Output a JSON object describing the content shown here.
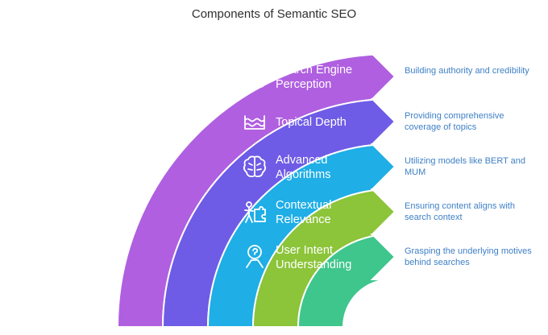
{
  "title": "Components of Semantic SEO",
  "items": [
    {
      "label_lines": [
        "Search Engine",
        "Perception"
      ],
      "description": "Building authority and credibility",
      "icon": "thumbs-up-icon",
      "color": "#b05fe0"
    },
    {
      "label_lines": [
        "Topical Depth"
      ],
      "description": "Providing comprehensive coverage of topics",
      "icon": "water-waves-icon",
      "color": "#6e5ce6"
    },
    {
      "label_lines": [
        "Advanced",
        "Algorithms"
      ],
      "description": "Utilizing models like BERT and MUM",
      "icon": "brain-icon",
      "color": "#1faee6"
    },
    {
      "label_lines": [
        "Contextual",
        "Relevance"
      ],
      "description": "Ensuring content aligns with search context",
      "icon": "puzzle-person-icon",
      "color": "#8cc43a"
    },
    {
      "label_lines": [
        "User Intent",
        "Understanding"
      ],
      "description": "Grasping the underlying motives behind searches",
      "icon": "person-thinking-icon",
      "color": "#3ec68c"
    }
  ]
}
